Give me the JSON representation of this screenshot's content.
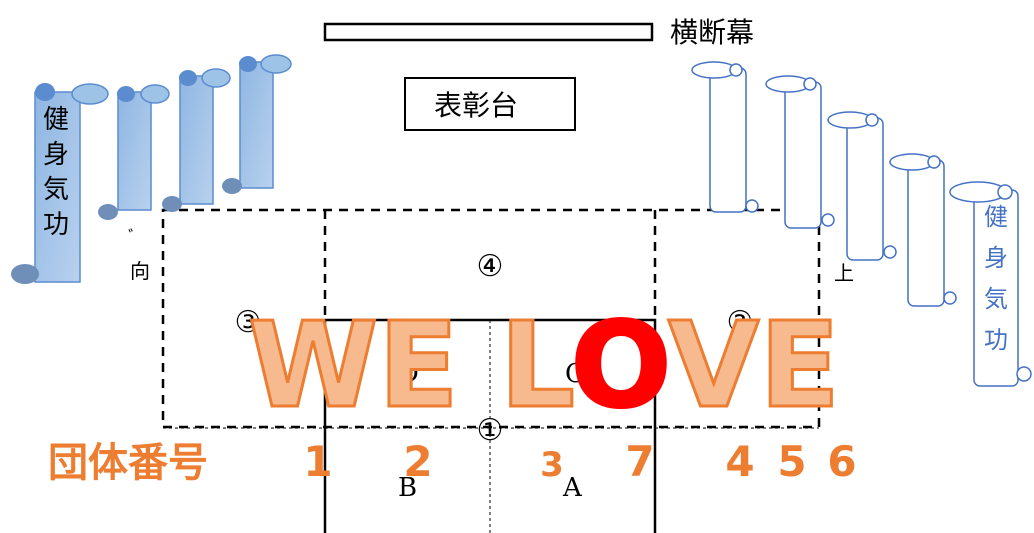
{
  "header": {
    "banner_label": "横断幕",
    "podium_label": "表彰台"
  },
  "flags": {
    "left_text": [
      "健",
      "身",
      "気",
      "功"
    ],
    "right_text": [
      "健",
      "身",
      "気",
      "功"
    ],
    "left_fragment_1": "ﾞ",
    "left_fragment_2": "向",
    "right_fragment": "上"
  },
  "field": {
    "area_labels": [
      "①",
      "②",
      "③",
      "④"
    ],
    "court_labels": [
      "A",
      "B",
      "C",
      "D"
    ]
  },
  "team_row": {
    "title": "団体番号",
    "numbers": [
      "1",
      "2",
      "3",
      "7",
      "4",
      "5",
      "6"
    ]
  },
  "overlay": {
    "text": "WE LOVE",
    "colors": {
      "fill": "#f7b98e",
      "stroke": "#ed7d31",
      "o_fill": "#ff0000"
    }
  },
  "colors": {
    "accent_orange": "#ed7d31",
    "scroll_blue": "#5b8ccf",
    "scroll_fill": "#9dc3e6"
  }
}
